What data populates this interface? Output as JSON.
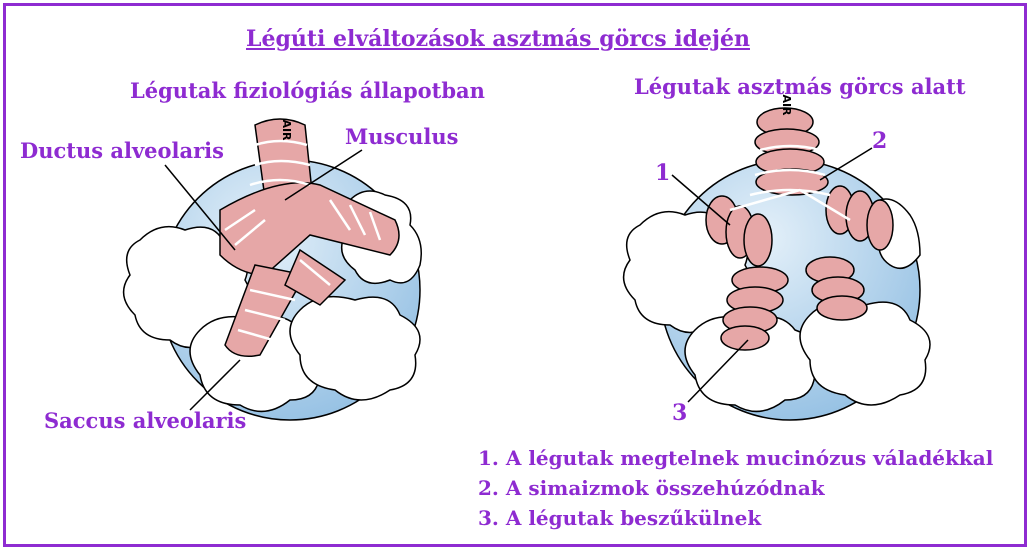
{
  "title": "Légúti elváltozások asztmás görcs idején",
  "left_panel": {
    "heading": "Légutak fiziológiás állapotban",
    "tube_label": "AIR",
    "labels": {
      "ductus": "Ductus alveolaris",
      "musculus": "Musculus",
      "saccus": "Saccus alveolaris"
    }
  },
  "right_panel": {
    "heading": "Légutak asztmás görcs alatt",
    "tube_label": "AIR",
    "callouts": [
      "1",
      "2",
      "3"
    ]
  },
  "legend": [
    "1. A légutak megtelnek mucinózus váladékkal",
    "2. A simaizmok összehúzódnak",
    "3. A légutak beszűkülnek"
  ],
  "colors": {
    "accent": "#8e2bd1",
    "airway": "#e6a7a7",
    "airway_dark": "#d98989",
    "background_circle": "#b9d6ec",
    "alveoli": "#ffffff"
  }
}
